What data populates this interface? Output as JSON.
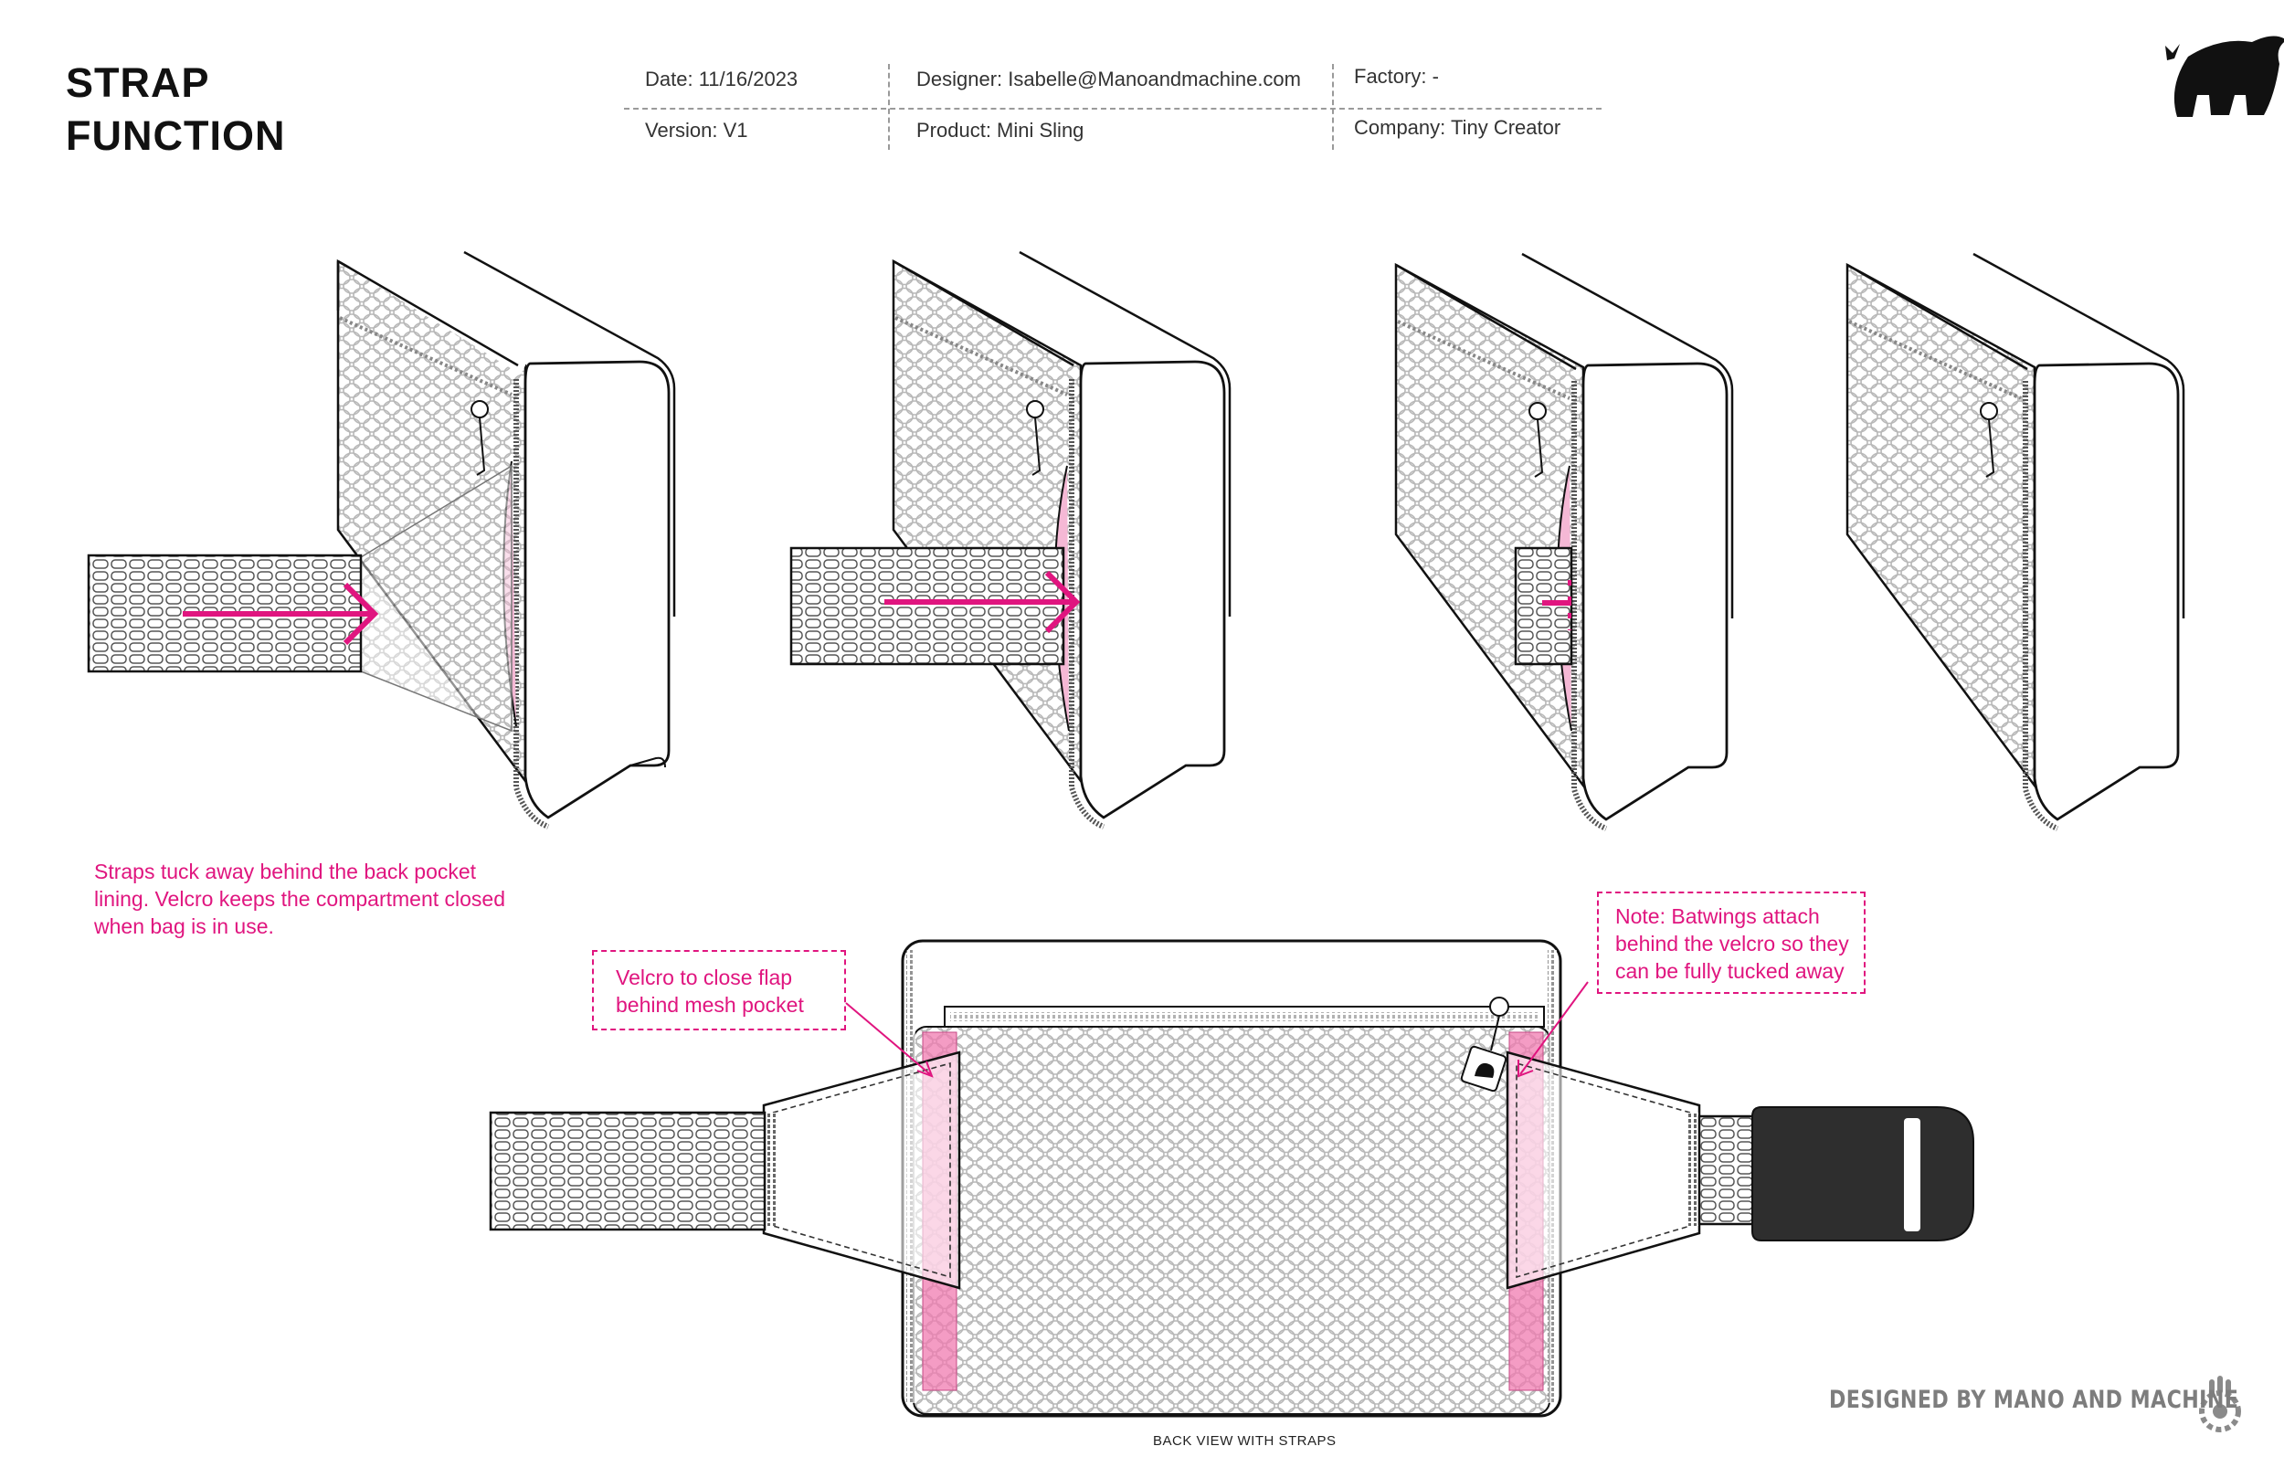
{
  "header": {
    "title_line1": "STRAP",
    "title_line2": "FUNCTION",
    "date": "Date: 11/16/2023",
    "version": "Version: V1",
    "designer": "Designer: Isabelle@Manoandmachine.com",
    "product": "Product: Mini Sling",
    "factory": "Factory: -",
    "company": "Company: Tiny Creator"
  },
  "icons": {
    "brand_logo": "elephant-logo-icon",
    "maker_logo": "hand-gear-icon"
  },
  "colors": {
    "accent_pink": "#e0157f",
    "velcro_pink": "#f07bb0",
    "mesh_gray": "#cfcfcf",
    "buckle_black": "#2e2e2e"
  },
  "notes": {
    "tuck_line1": "Straps tuck away behind the back pocket",
    "tuck_line2": "lining. Velcro keeps the compartment closed",
    "tuck_line3": "when bag is in use.",
    "velcro_line1": "Velcro to close flap",
    "velcro_line2": "behind mesh pocket",
    "batwing_line1": "Note: Batwings attach",
    "batwing_line2": "behind the velcro so they",
    "batwing_line3": "can be fully tucked away"
  },
  "caption": "BACK VIEW WITH STRAPS",
  "credit": "DESIGNED BY MANO AND MACHINE"
}
